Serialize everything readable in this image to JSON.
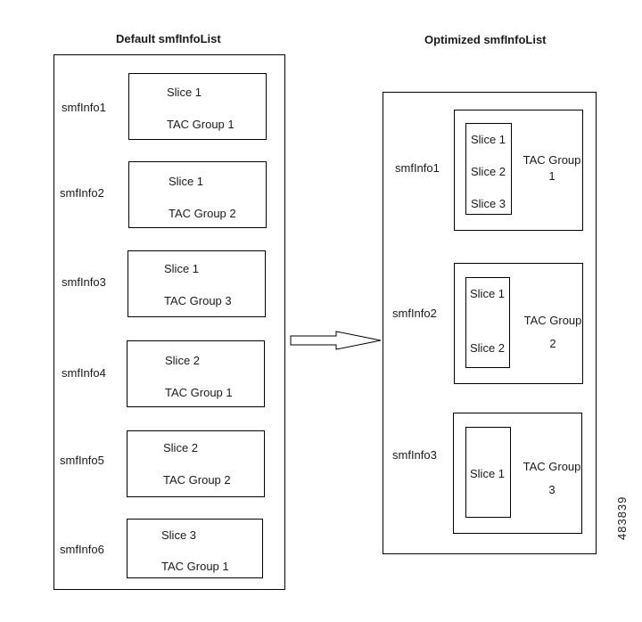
{
  "default_list": {
    "title": "Default smfInfoList",
    "items": [
      {
        "name": "smfInfo1",
        "slice": "Slice 1",
        "tac": "TAC Group 1"
      },
      {
        "name": "smfInfo2",
        "slice": "Slice 1",
        "tac": "TAC Group 2"
      },
      {
        "name": "smfInfo3",
        "slice": "Slice 1",
        "tac": "TAC Group 3"
      },
      {
        "name": "smfInfo4",
        "slice": "Slice 2",
        "tac": "TAC Group 1"
      },
      {
        "name": "smfInfo5",
        "slice": "Slice 2",
        "tac": "TAC Group 2"
      },
      {
        "name": "smfInfo6",
        "slice": "Slice 3",
        "tac": "TAC Group 1"
      }
    ]
  },
  "optimized_list": {
    "title": "Optimized smfInfoList",
    "items": [
      {
        "name": "smfInfo1",
        "slices": [
          "Slice 1",
          "Slice 2",
          "Slice 3"
        ],
        "tac_line1": "TAC Group",
        "tac_line2": "1"
      },
      {
        "name": "smfInfo2",
        "slices": [
          "Slice 1",
          "Slice 2"
        ],
        "tac_line1": "TAC Group",
        "tac_line2": "2"
      },
      {
        "name": "smfInfo3",
        "slices": [
          "Slice 1"
        ],
        "tac_line1": "TAC Group",
        "tac_line2": "3"
      }
    ]
  },
  "figure_id": "483839"
}
